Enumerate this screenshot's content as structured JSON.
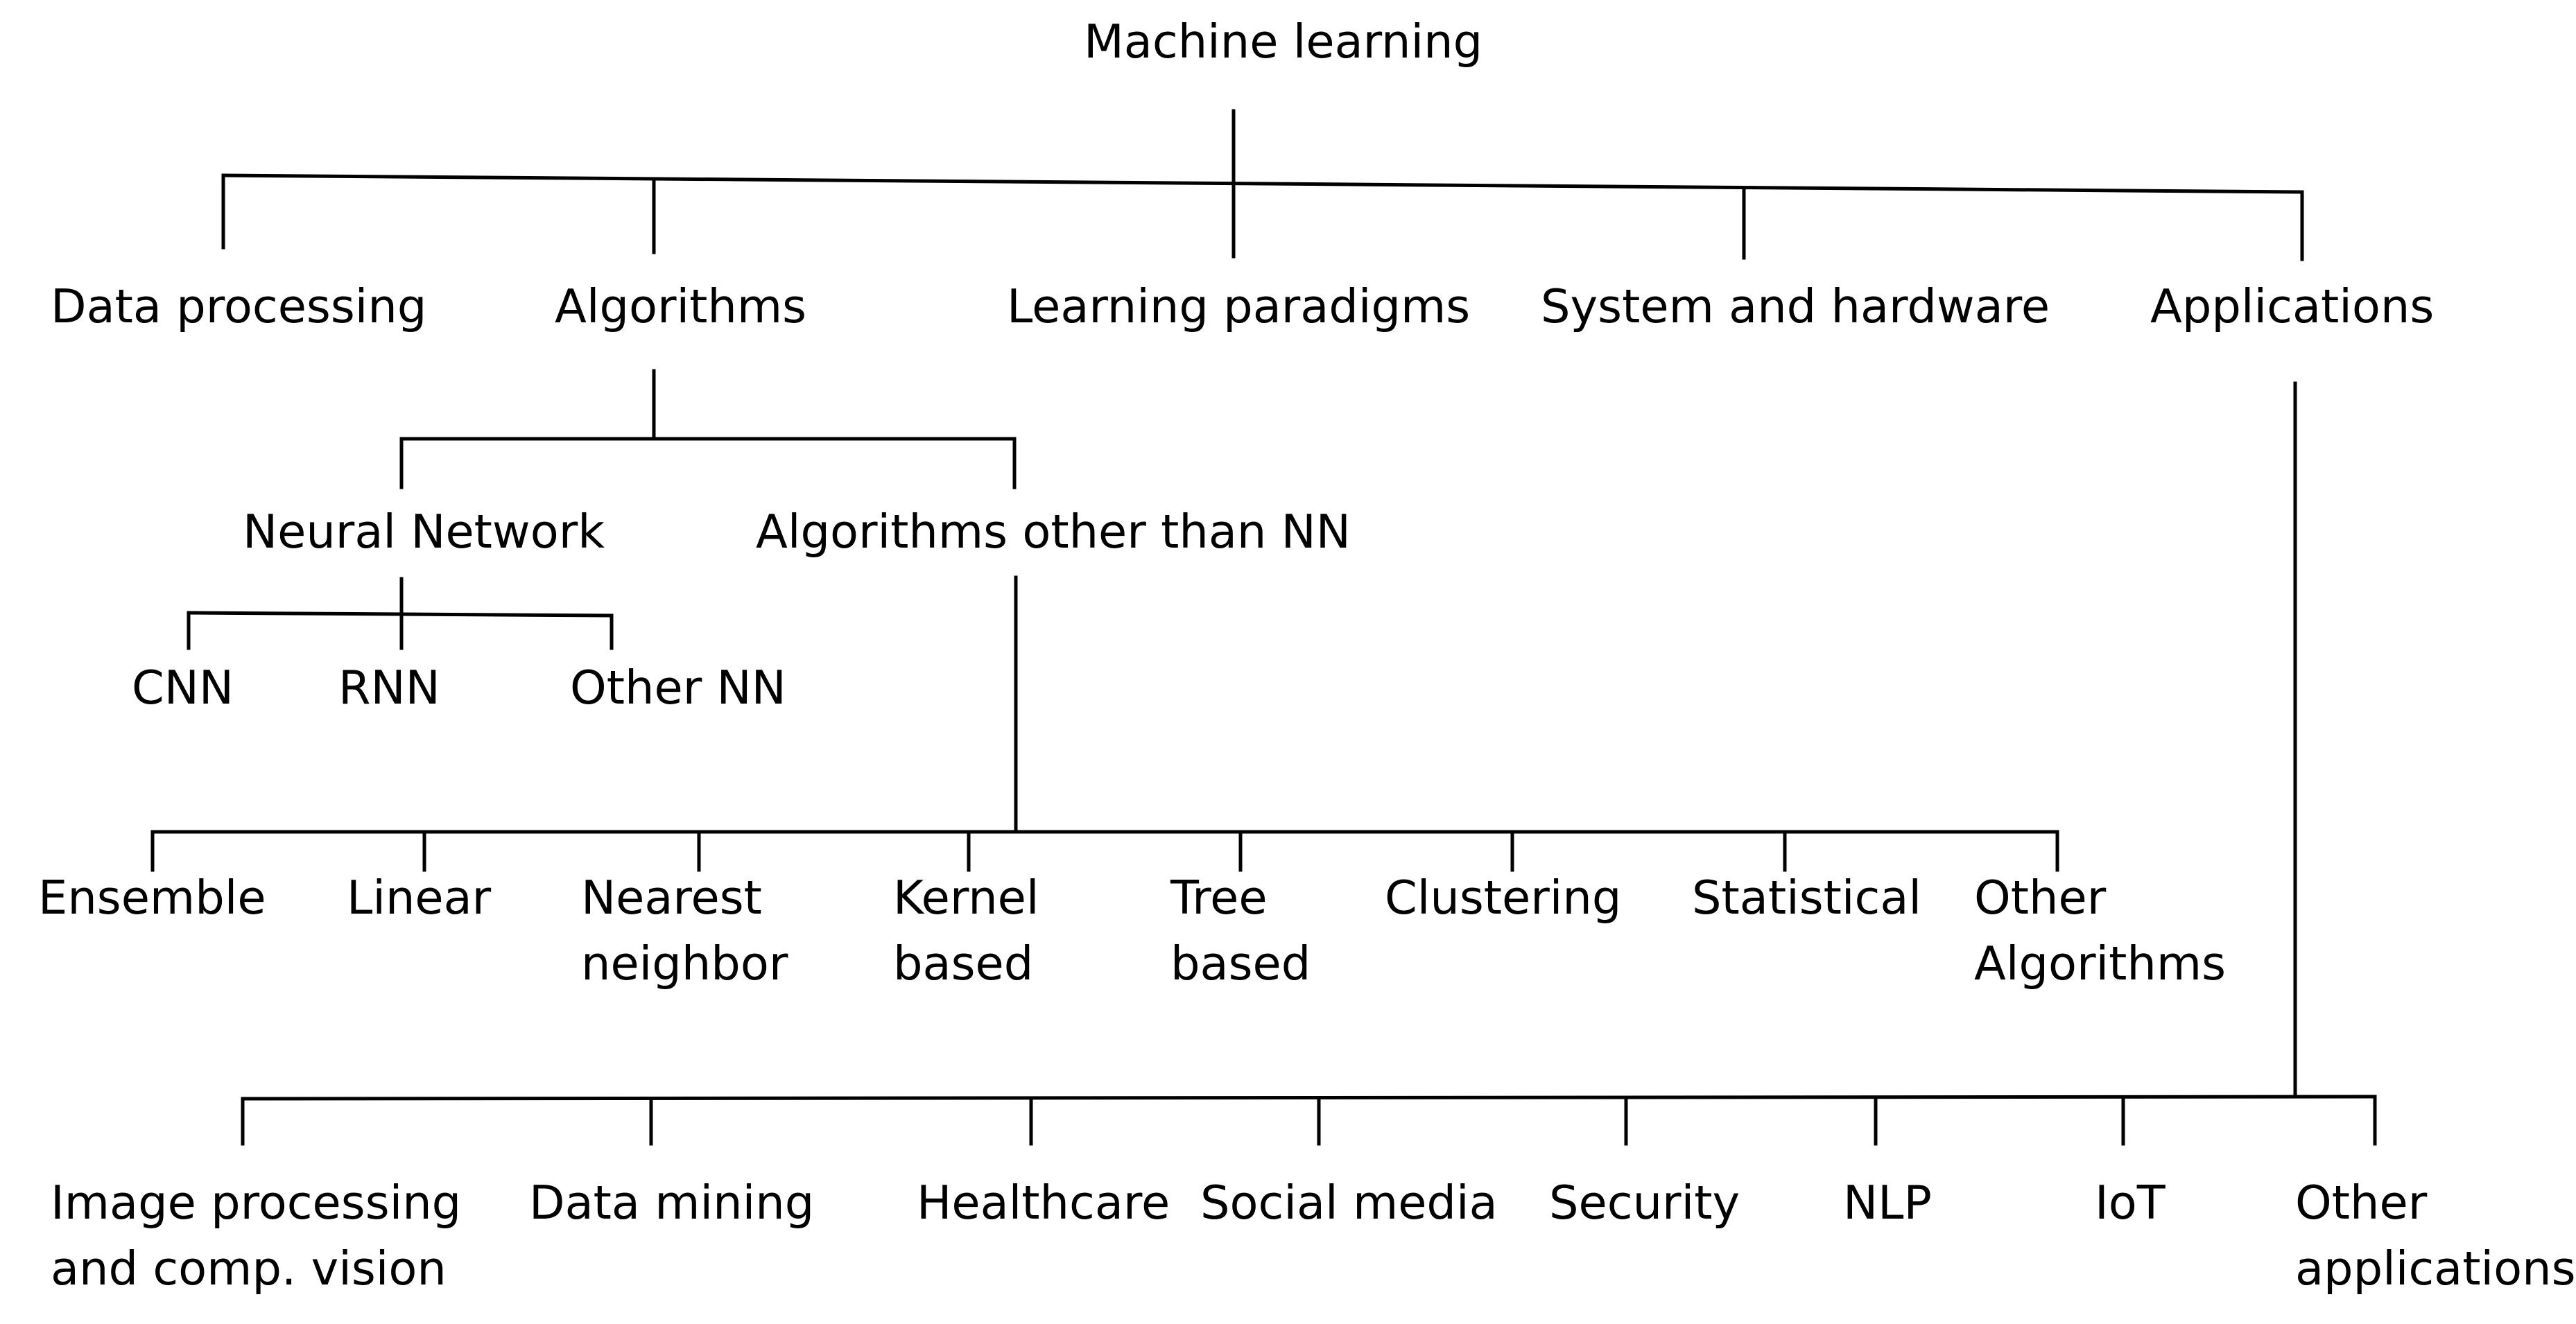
{
  "root": "Machine learning",
  "level1": {
    "data_processing": "Data processing",
    "algorithms": "Algorithms",
    "learning_paradigms": "Learning paradigms",
    "system_hardware": "System and hardware",
    "applications": "Applications"
  },
  "algorithms": {
    "neural_network": "Neural Network",
    "other_than_nn": "Algorithms other than NN"
  },
  "neural_network": {
    "cnn": "CNN",
    "rnn": "RNN",
    "other_nn": "Other NN"
  },
  "algorithm_types": {
    "ensemble": "Ensemble",
    "linear": "Linear",
    "nearest_neighbor": [
      "Nearest",
      "neighbor"
    ],
    "kernel_based": [
      "Kernel",
      "based"
    ],
    "tree_based": [
      "Tree",
      "based"
    ],
    "clustering": "Clustering",
    "statistical": "Statistical",
    "other_algorithms": [
      "Other",
      "Algorithms"
    ]
  },
  "application_types": {
    "image_processing": [
      "Image processing",
      "and comp. vision"
    ],
    "data_mining": "Data mining",
    "healthcare": "Healthcare",
    "social_media": "Social media",
    "security": "Security",
    "nlp": "NLP",
    "iot": "IoT",
    "other_applications": [
      "Other",
      "applications"
    ]
  },
  "colors": {
    "line": "#000000",
    "text": "#000000",
    "background": "#ffffff"
  }
}
